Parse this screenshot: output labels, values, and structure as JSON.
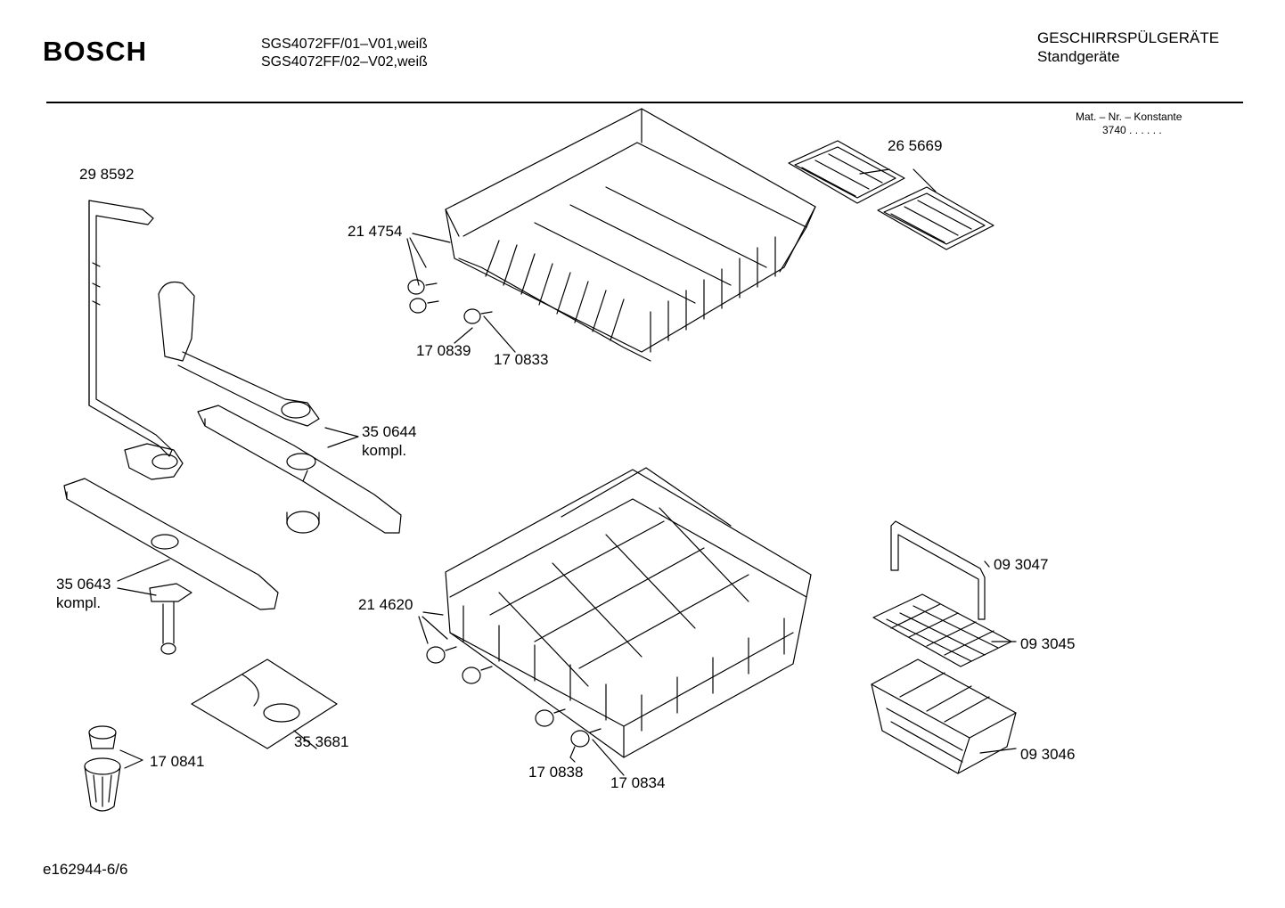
{
  "header": {
    "brand": "BOSCH",
    "models": [
      "SGS4072FF/01–V01,weiß",
      "SGS4072FF/02–V02,weiß"
    ],
    "category": "GESCHIRRSPÜLGERÄTE",
    "subcategory": "Standgeräte"
  },
  "material": {
    "label": "Mat. – Nr. – Konstante",
    "value": "3740  .  .    .  .  .  ."
  },
  "parts": [
    {
      "number": "29 8592"
    },
    {
      "number": "21 4754"
    },
    {
      "number": "26 5669"
    },
    {
      "number": "17 0839"
    },
    {
      "number": "17 0833"
    },
    {
      "number": "35 0644",
      "note": "kompl."
    },
    {
      "number": "35 0643",
      "note": "kompl."
    },
    {
      "number": "21 4620"
    },
    {
      "number": "09 3047"
    },
    {
      "number": "09 3045"
    },
    {
      "number": "35 3681"
    },
    {
      "number": "17 0841"
    },
    {
      "number": "17 0838"
    },
    {
      "number": "17 0834"
    },
    {
      "number": "09 3046"
    }
  ],
  "footer": {
    "drawing_id": "e162944-6/6"
  }
}
